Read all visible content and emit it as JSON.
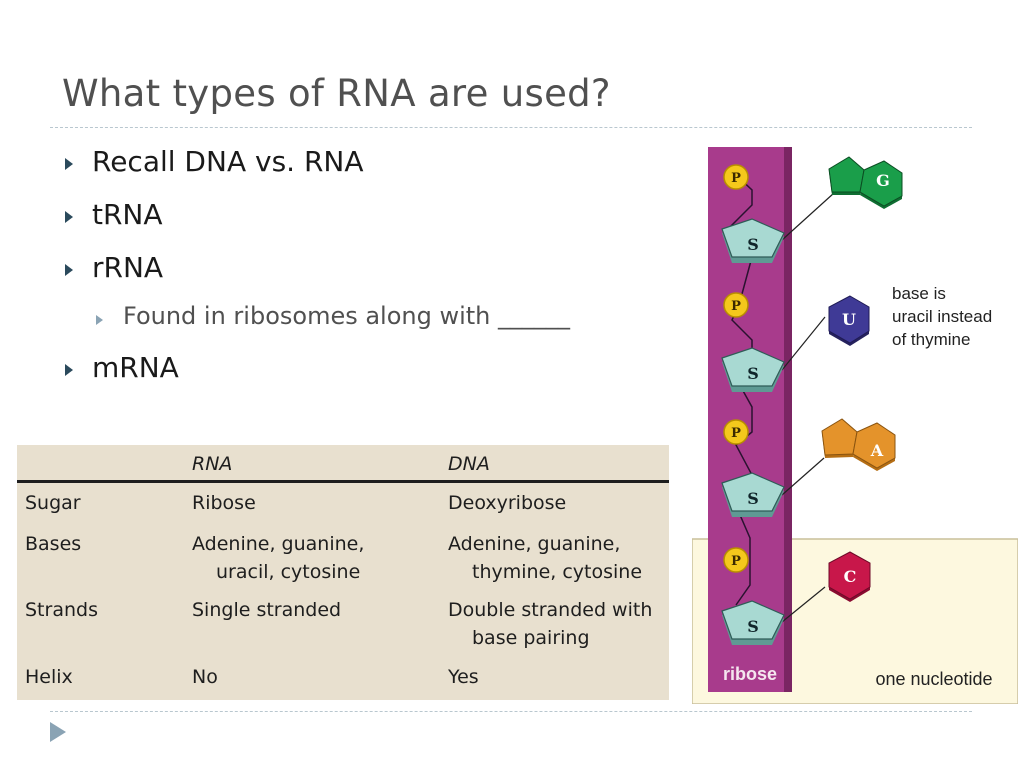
{
  "slide": {
    "title": "What types of RNA are used?"
  },
  "bullets": [
    {
      "text": "Recall DNA vs. RNA",
      "level": 1
    },
    {
      "text": "tRNA",
      "level": 1
    },
    {
      "text": "rRNA",
      "level": 1
    },
    {
      "text": "Found in ribosomes along with ______",
      "level": 2
    },
    {
      "text": "mRNA",
      "level": 1
    }
  ],
  "table": {
    "headers": [
      "",
      "RNA",
      "DNA"
    ],
    "rows": [
      {
        "label": "Sugar",
        "rna": [
          "Ribose"
        ],
        "dna": [
          "Deoxyribose"
        ]
      },
      {
        "label": "Bases",
        "rna": [
          "Adenine, guanine,",
          "uracil, cytosine"
        ],
        "dna": [
          "Adenine, guanine,",
          "thymine, cytosine"
        ]
      },
      {
        "label": "Strands",
        "rna": [
          "Single stranded"
        ],
        "dna": [
          "Double stranded with",
          "base pairing"
        ]
      },
      {
        "label": "Helix",
        "rna": [
          "No"
        ],
        "dna": [
          "Yes"
        ]
      }
    ]
  },
  "diagram": {
    "backbone_label": "ribose",
    "phosphate_label": "P",
    "sugar_label": "S",
    "bases": [
      {
        "letter": "G",
        "color": "#1a9e4a"
      },
      {
        "letter": "U",
        "color": "#3f3a96"
      },
      {
        "letter": "A",
        "color": "#e4932b"
      },
      {
        "letter": "C",
        "color": "#c8174a"
      }
    ],
    "annotation": [
      "base is",
      "uracil instead",
      "of thymine"
    ],
    "nucleotide_label": "one nucleotide",
    "colors": {
      "backbone": "#a83b8c",
      "highlight": "#fdf8df",
      "sugar": "#a8d9d2",
      "phosphate": "#f4c81c"
    }
  }
}
